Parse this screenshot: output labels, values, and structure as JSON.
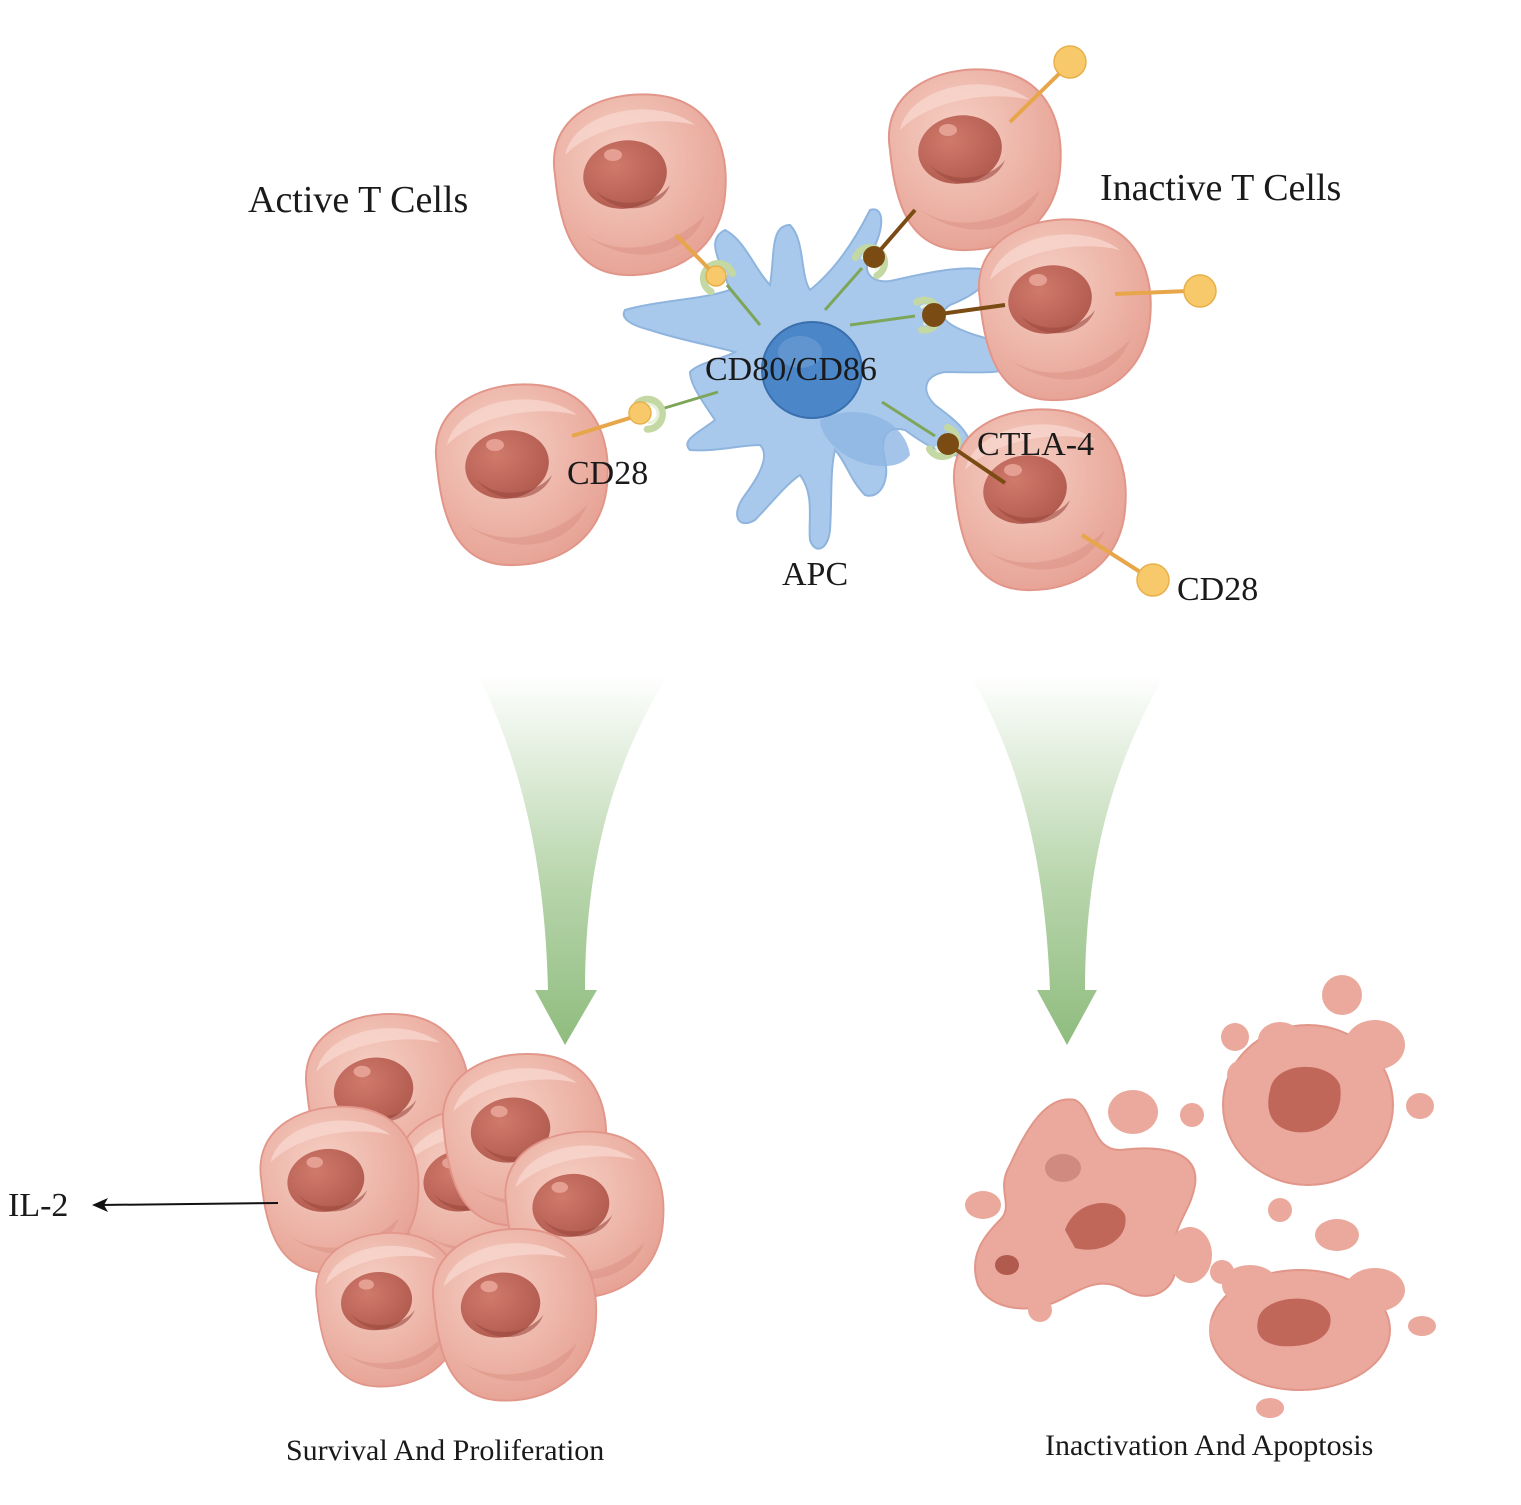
{
  "labels": {
    "active_t_cells": "Active T Cells",
    "inactive_t_cells": "Inactive T Cells",
    "cd80_cd86": "CD80/CD86",
    "cd28_left": "CD28",
    "cd28_right": "CD28",
    "ctla4": "CTLA-4",
    "apc": "APC",
    "il2": "IL-2",
    "survival": "Survival And Proliferation",
    "apoptosis": "Inactivation And Apoptosis"
  },
  "colors": {
    "cell": "#eaa99c",
    "cell_light": "#f4c8bd",
    "nucleus": "#c0675a",
    "apc": "#a9c9ec",
    "apc_nucleus": "#4a86c8",
    "cd28": "#f7c96a",
    "ctla4": "#7a4b12",
    "receptor": "#c3d8a3",
    "arrow": "#8fbc7e"
  }
}
